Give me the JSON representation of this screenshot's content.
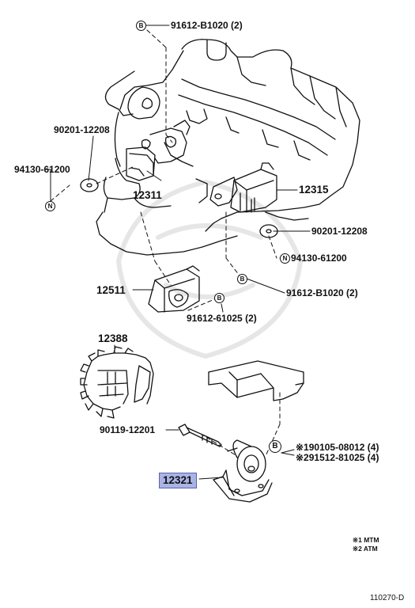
{
  "labels": {
    "bolt_top": "91612-B1020 (2)",
    "washer_left": "90201-12208",
    "nut_left": "94130-61200",
    "mount_left": "12311",
    "mount_right": "12315",
    "washer_right": "90201-12208",
    "nut_right": "94130-61200",
    "bolt_mid": "91612-B1020 (2)",
    "rear_mount": "12511",
    "bolt_rear": "91612-61025 (2)",
    "insulator": "12388",
    "through_bolt": "90119-12201",
    "bolt_mtm": "※190105-08012 (4)",
    "bolt_atm": "※291512-81025 (4)",
    "front_mount": "12321"
  },
  "callouts": {
    "b": "B",
    "n": "N"
  },
  "notes": {
    "mtm": "※1 MTM",
    "atm": "※2 ATM"
  },
  "figure_ref": "110270-D",
  "colors": {
    "highlight_fill": "#a9b3e6",
    "highlight_border": "#5a63a8",
    "line": "#111111"
  }
}
